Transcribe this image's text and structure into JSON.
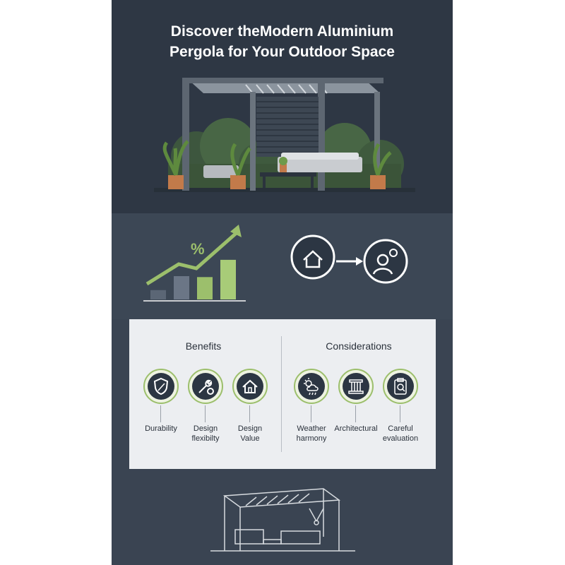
{
  "title": {
    "line1": "Discover theModern Aluminium",
    "line2": "Pergola for Your Outdoor Space"
  },
  "stats": {
    "percent_symbol": "%",
    "growth_bars": [
      0.2,
      0.5,
      0.48,
      0.85
    ]
  },
  "benefits": {
    "heading": "Benefits",
    "items": [
      {
        "label": "Durability",
        "icon": "shield-icon"
      },
      {
        "label": "Design\nflexibilty",
        "icon": "wrench-gear-icon"
      },
      {
        "label": "Design\nValue",
        "icon": "house-icon"
      }
    ]
  },
  "considerations": {
    "heading": "Considerations",
    "items": [
      {
        "label": "Weather\nharmony",
        "icon": "sun-cloud-rain-icon"
      },
      {
        "label": "Architectural",
        "icon": "column-icon"
      },
      {
        "label": "Careful\nevaluation",
        "icon": "clipboard-search-icon"
      }
    ]
  },
  "colors": {
    "background": "#3a4452",
    "accent_green": "#9cbf6c",
    "panel": "#eceef1"
  }
}
